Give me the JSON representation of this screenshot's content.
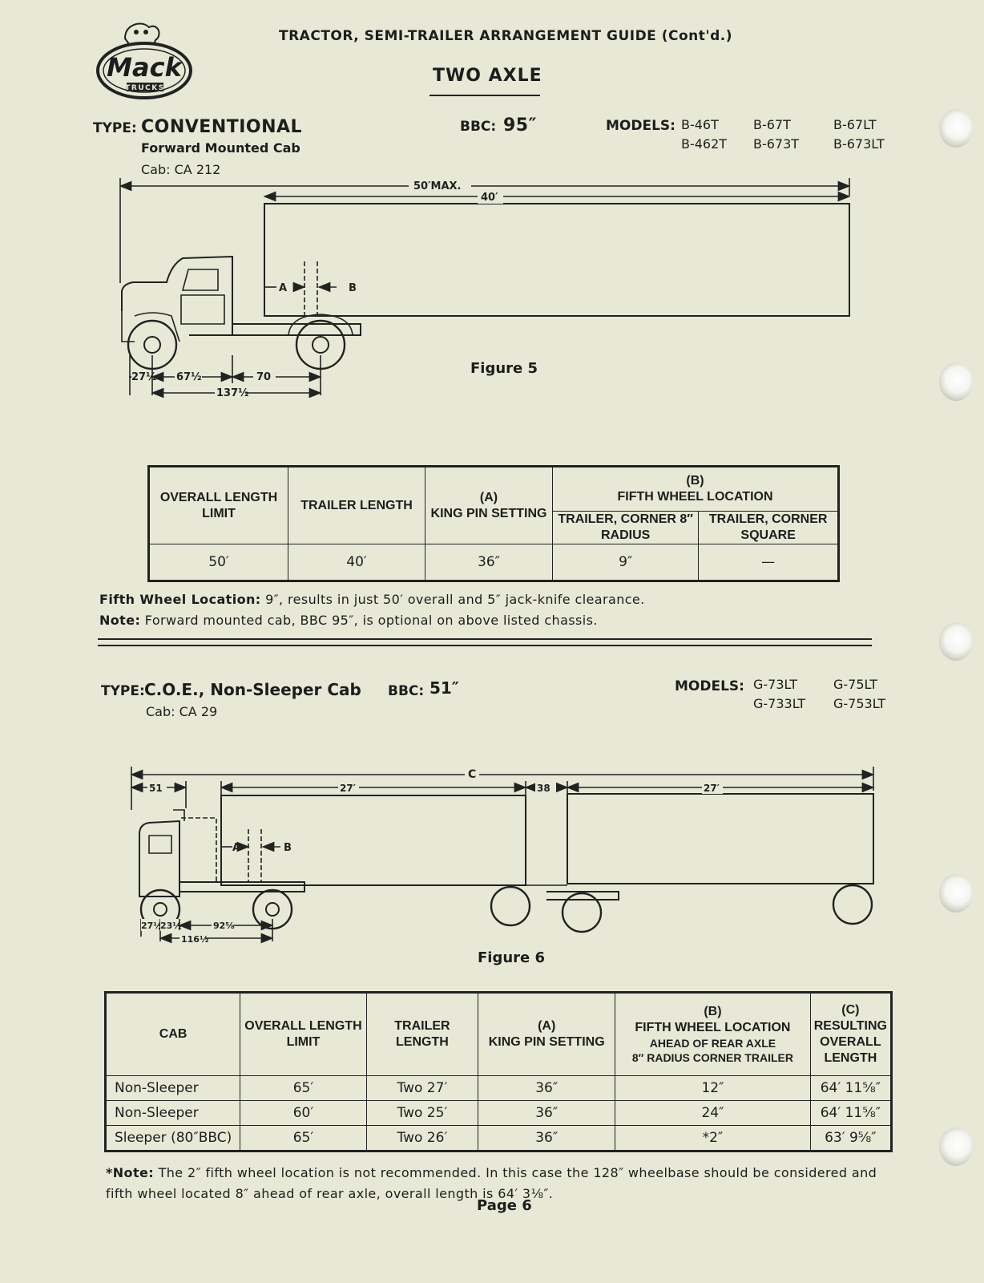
{
  "header": {
    "title": "TRACTOR, SEMI-TRAILER ARRANGEMENT GUIDE (Cont'd.)",
    "section": "TWO AXLE"
  },
  "logo": {
    "brand": "Mack",
    "sub": "TRUCKS"
  },
  "type1": {
    "type_label": "TYPE:",
    "type_name": "CONVENTIONAL",
    "cab_desc": "Forward Mounted Cab",
    "cab_code": "Cab: CA 212",
    "bbc_label": "BBC:",
    "bbc_value": "95″",
    "models_label": "MODELS:",
    "models": [
      "B-46T",
      "B-67T",
      "B-67LT",
      "B-462T",
      "B-673T",
      "B-673LT"
    ]
  },
  "figure5": {
    "caption": "Figure 5",
    "dims": {
      "overall": "50′MAX.",
      "trailer": "40′",
      "a": "A",
      "b": "B",
      "front": "27½",
      "cab": "67½",
      "axle": "70",
      "wheelbase": "137½"
    }
  },
  "table1": {
    "headers": {
      "overall": "OVERALL LENGTH LIMIT",
      "trailer": "TRAILER LENGTH",
      "king_a": "(A)",
      "king": "KING PIN SETTING",
      "fifth_b": "(B)",
      "fifth": "FIFTH WHEEL LOCATION",
      "corner8": "TRAILER, CORNER 8″ RADIUS",
      "square": "TRAILER, CORNER SQUARE"
    },
    "rows": [
      {
        "overall": "50′",
        "trailer": "40′",
        "king": "36″",
        "corner8": "9″",
        "square": "—"
      }
    ]
  },
  "notes1": {
    "fifth_label": "Fifth Wheel Location:",
    "fifth_text": "9″, results in just 50′ overall and 5″ jack-knife clearance.",
    "note_label": "Note:",
    "note_text": "Forward mounted cab, BBC 95″, is optional on above listed chassis."
  },
  "type2": {
    "type_label": "TYPE:",
    "type_name": "C.O.E., Non-Sleeper Cab",
    "cab_code": "Cab: CA 29",
    "bbc_label": "BBC:",
    "bbc_value": "51″",
    "models_label": "MODELS:",
    "models": [
      "G-73LT",
      "G-75LT",
      "G-733LT",
      "G-753LT"
    ]
  },
  "figure6": {
    "caption": "Figure 6",
    "dims": {
      "c": "C",
      "bbc": "51",
      "trailer1": "27′",
      "gap": "38",
      "trailer2": "27′",
      "a": "A",
      "b": "B",
      "front": "27½",
      "cab": "23½",
      "axle": "92⅝",
      "wheelbase": "116½"
    }
  },
  "table2": {
    "headers": {
      "cab": "CAB",
      "overall": "OVERALL LENGTH LIMIT",
      "trailer": "TRAILER LENGTH",
      "king_a": "(A)",
      "king": "KING PIN SETTING",
      "fifth_b": "(B)",
      "fifth": "FIFTH WHEEL LOCATION",
      "fifth_sub1": "AHEAD OF REAR AXLE",
      "fifth_sub2": "8″ RADIUS CORNER TRAILER",
      "result_c": "(C)",
      "result": "RESULTING OVERALL LENGTH"
    },
    "rows": [
      {
        "cab": "Non-Sleeper",
        "overall": "65′",
        "trailer": "Two 27′",
        "king": "36″",
        "fifth": "12″",
        "result": "64′ 11⅝″"
      },
      {
        "cab": "Non-Sleeper",
        "overall": "60′",
        "trailer": "Two 25′",
        "king": "36″",
        "fifth": "24″",
        "result": "64′ 11⅝″"
      },
      {
        "cab": "Sleeper (80″BBC)",
        "overall": "65′",
        "trailer": "Two 26′",
        "king": "36″",
        "fifth": "*2″",
        "result": "63′ 9⅝″"
      }
    ]
  },
  "notes2": {
    "label": "*Note:",
    "text": "The 2″ fifth wheel location is not recommended. In this case the 128″ wheelbase should be considered and fifth wheel located 8″ ahead of rear axle, overall length is 64′ 3⅛″."
  },
  "footer": {
    "page": "Page 6"
  }
}
